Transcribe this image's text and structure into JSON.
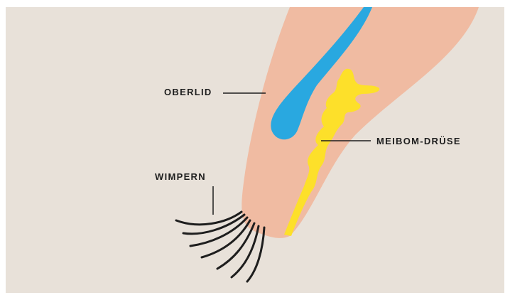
{
  "labels": {
    "upper_lid": "OBERLID",
    "meibomian_gland": "MEIBOM-DRÜSE",
    "eyelashes": "WIMPERN"
  },
  "colors": {
    "background": "#e8e1d9",
    "eyelid_skin": "#f0bba2",
    "muscle_blue": "#29a8e0",
    "gland_yellow": "#fde02a",
    "lashes": "#1e1e1e",
    "leader_lines": "#1e1e1e"
  }
}
